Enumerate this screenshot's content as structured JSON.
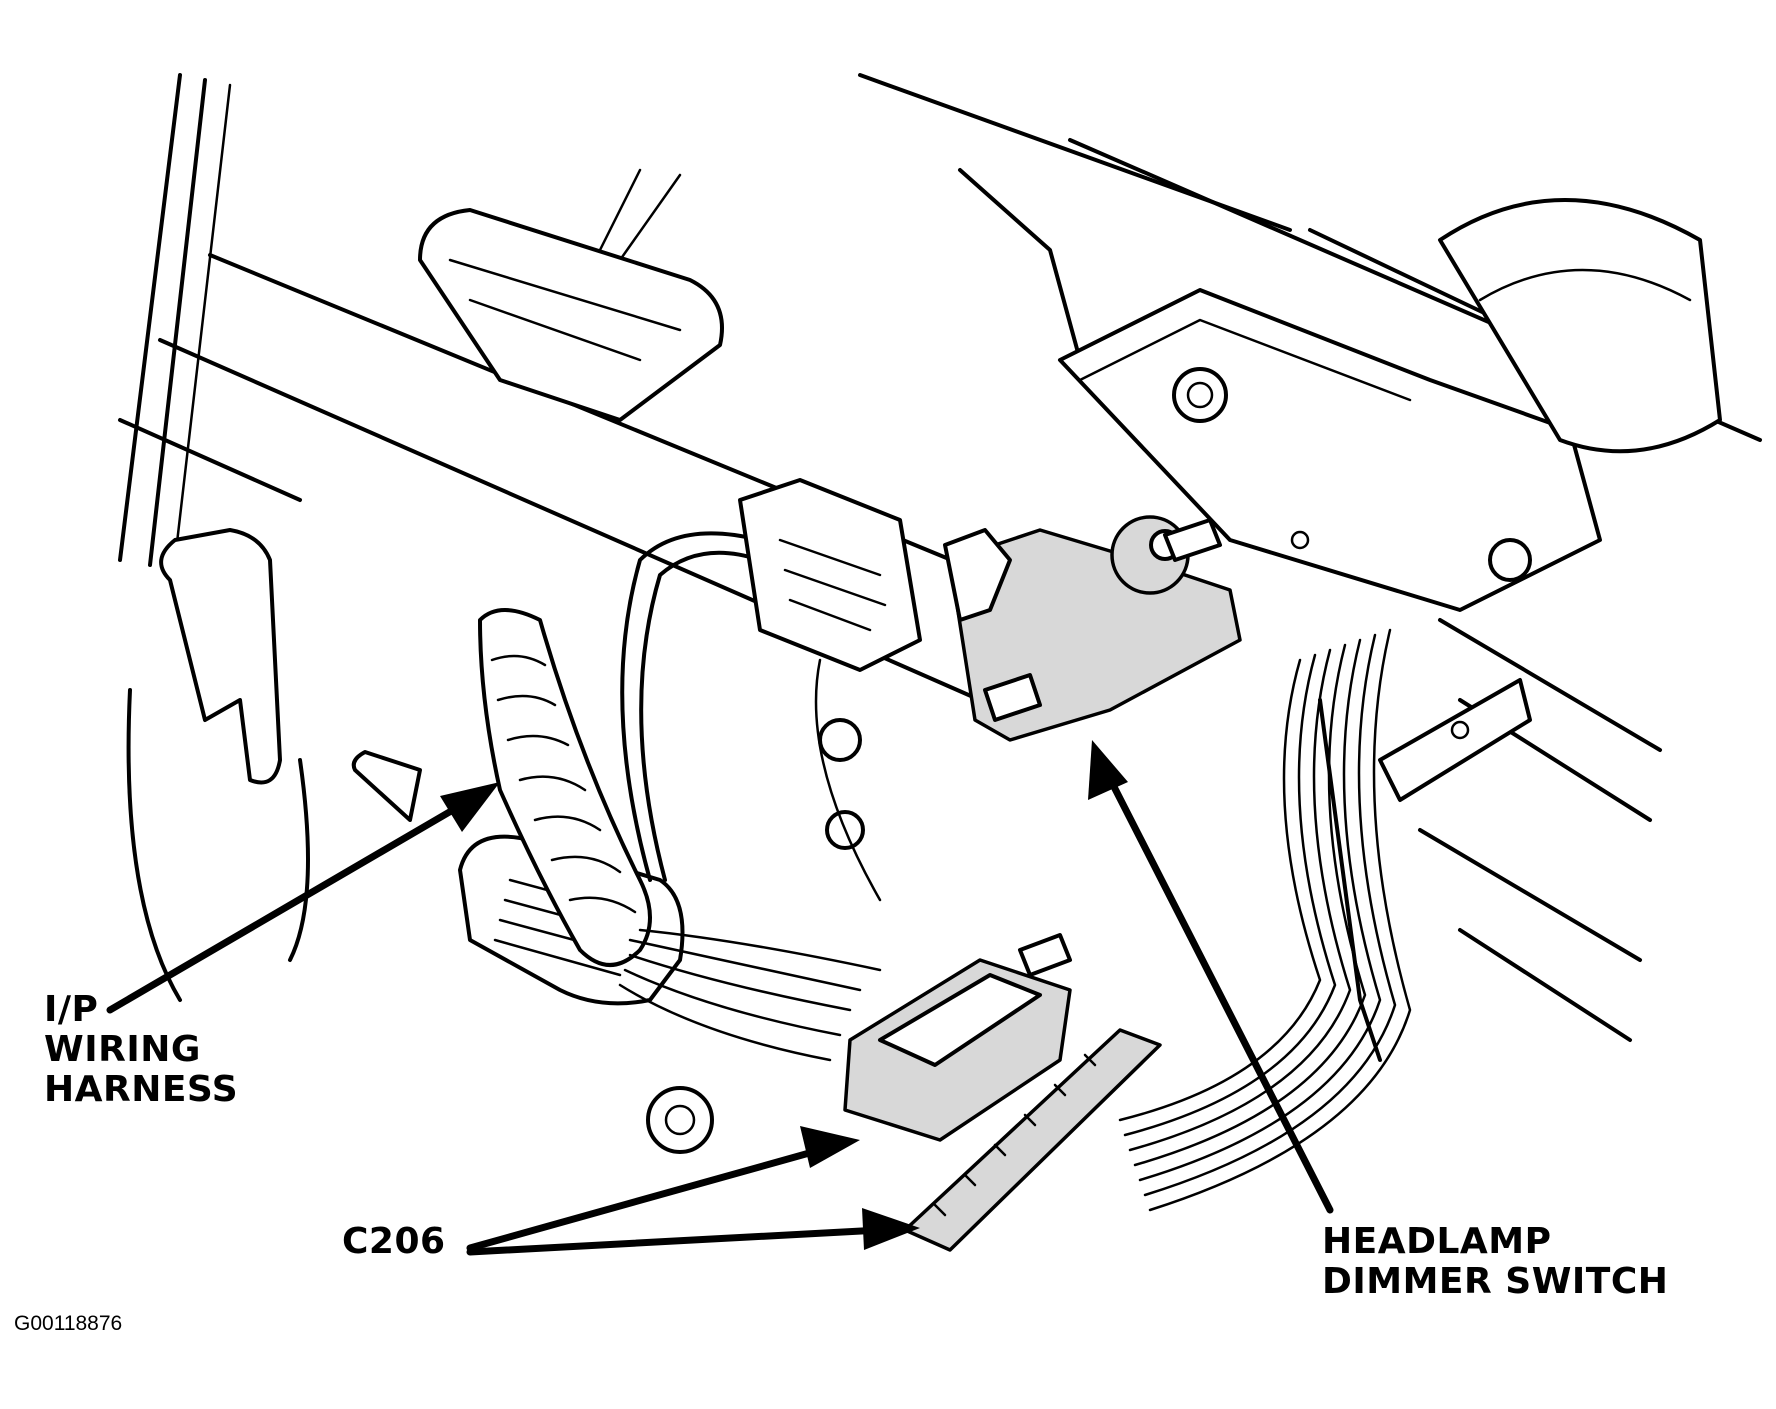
{
  "figure_id": "G00118876",
  "labels": {
    "ip_wiring_harness": [
      "I/P",
      "WIRING",
      "HARNESS"
    ],
    "c206": "C206",
    "headlamp_dimmer_switch": [
      "HEADLAMP",
      "DIMMER SWITCH"
    ]
  }
}
